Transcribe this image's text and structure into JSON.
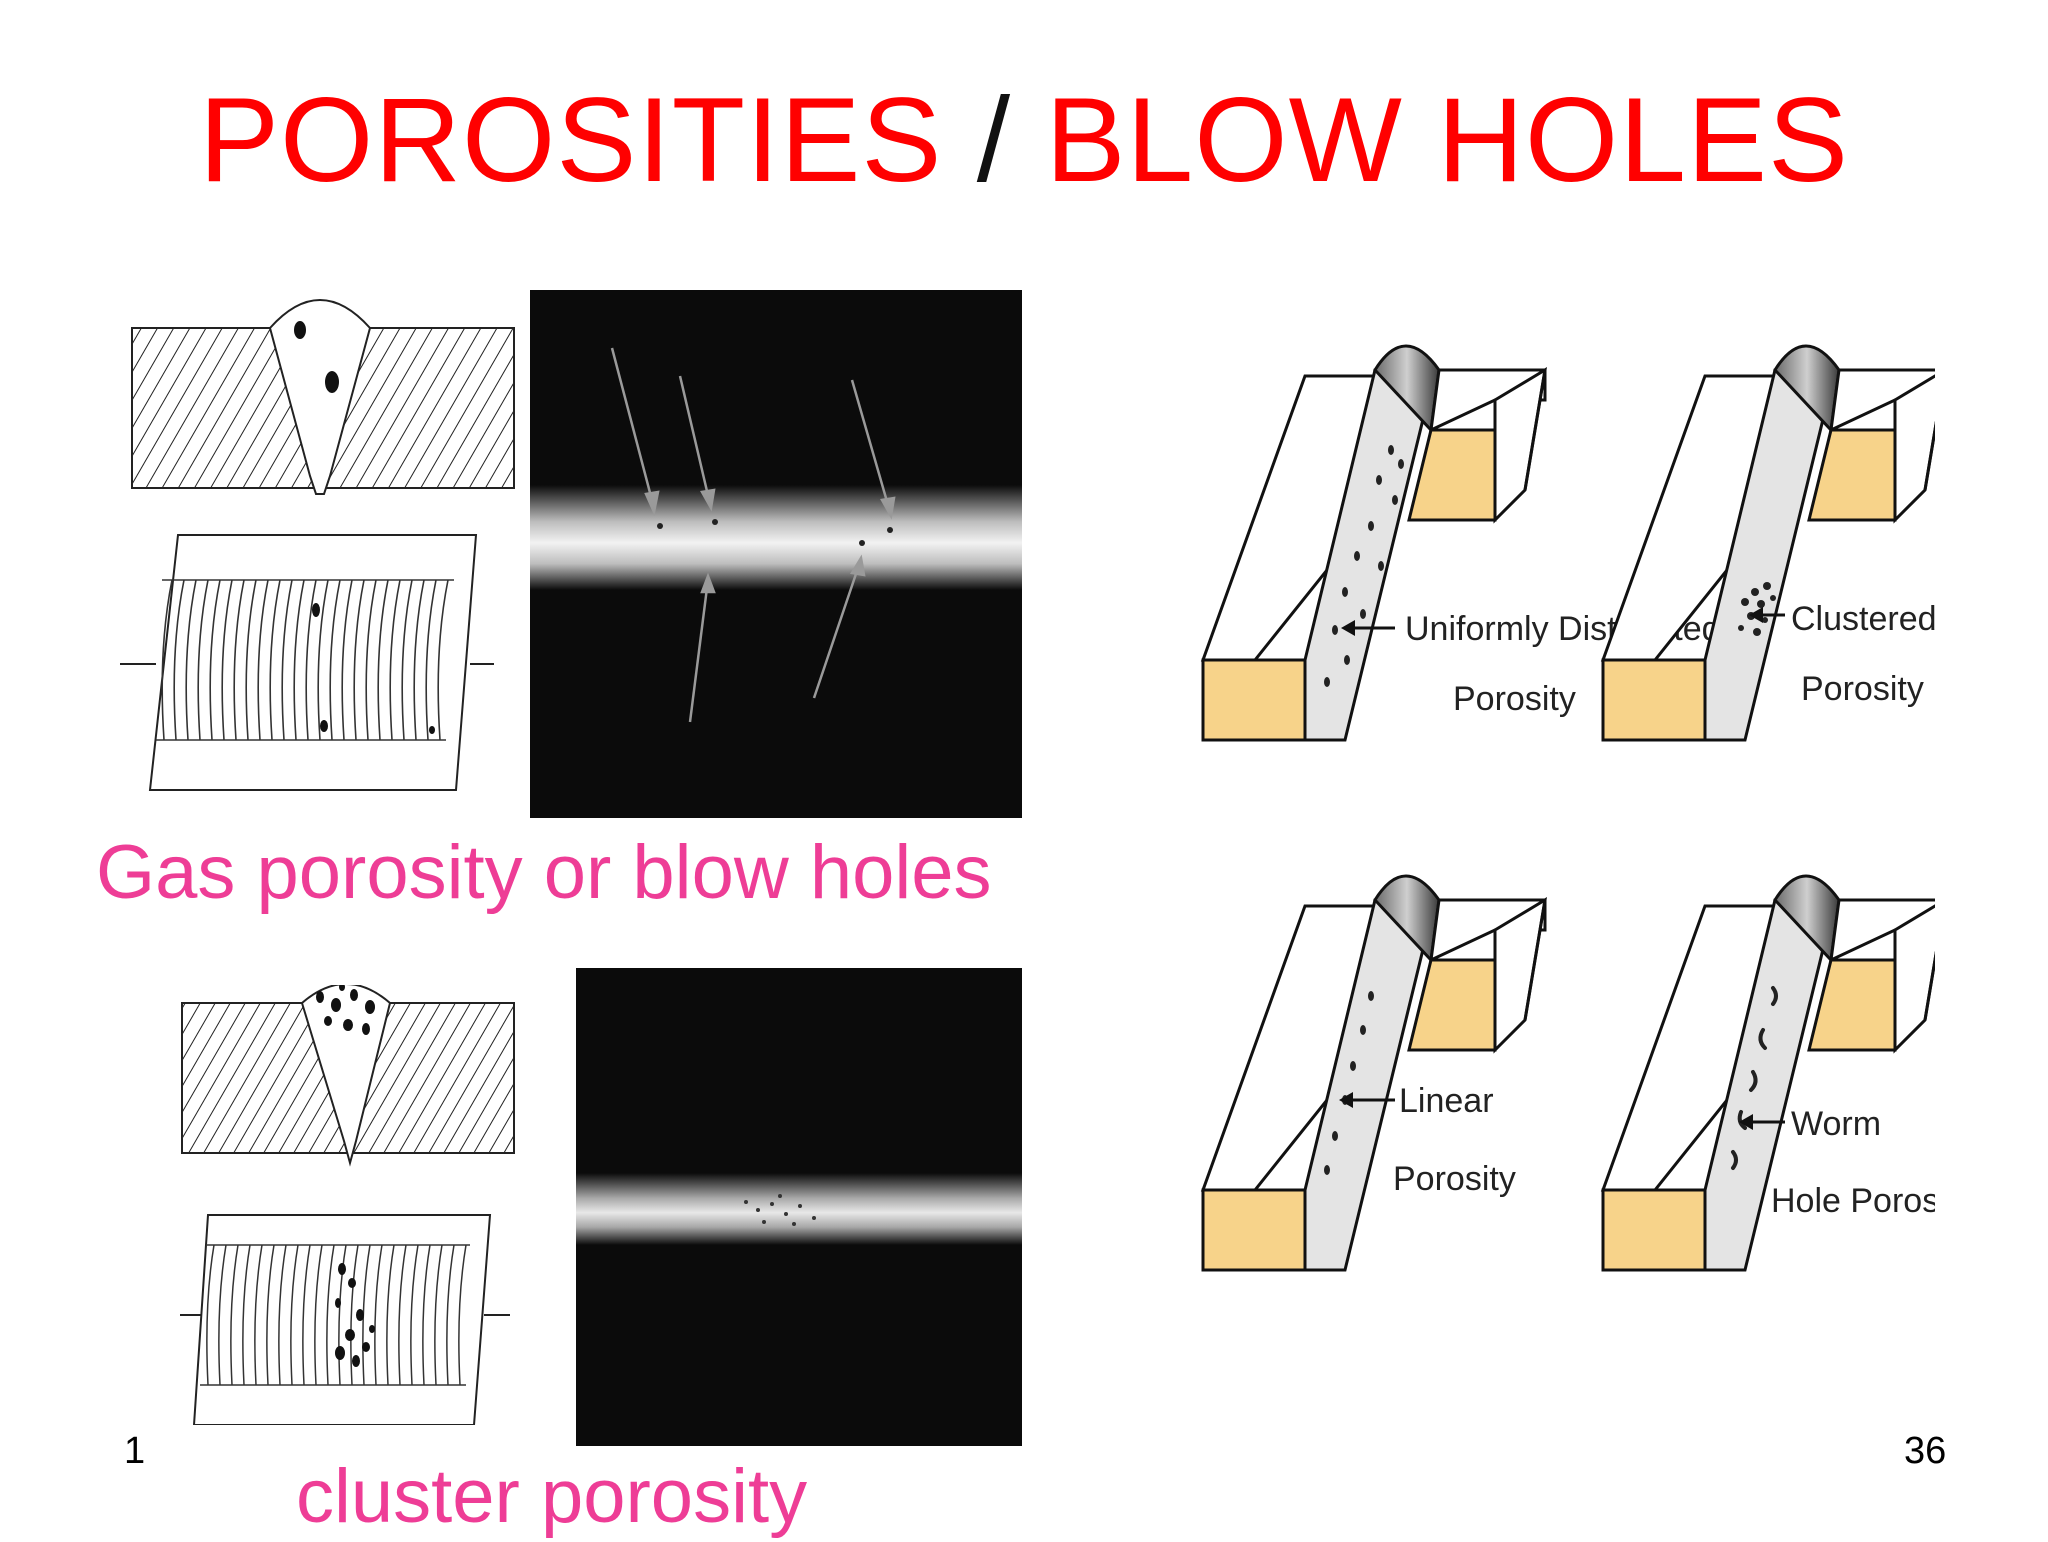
{
  "slide": {
    "title": {
      "part1": "POROSITIES",
      "sep": " / ",
      "part2": "BLOW  HOLES"
    },
    "captions": {
      "gas": "Gas porosity or blow holes",
      "cluster": "cluster porosity"
    },
    "footer": {
      "left": "1",
      "right": "36"
    }
  },
  "diagrams": {
    "uniform": {
      "line1": "Uniformly Distributed",
      "line2": "Porosity"
    },
    "clustered": {
      "line1": "Clustered",
      "line2": "Porosity"
    },
    "linear": {
      "line1": "Linear",
      "line2": "Porosity"
    },
    "worm": {
      "line1": "Worm",
      "line2": "Hole Porosity"
    }
  },
  "colors": {
    "title": "#ff0000",
    "caption": "#ee3d96",
    "plate_face": "#f7d38a"
  }
}
